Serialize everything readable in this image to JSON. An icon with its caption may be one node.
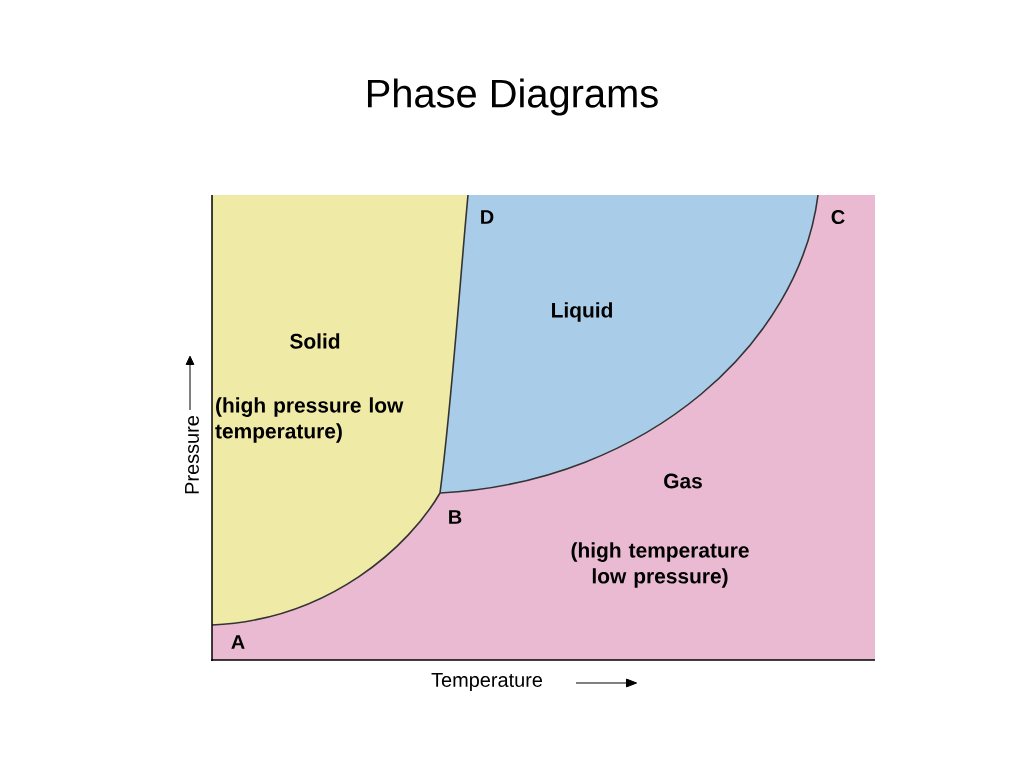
{
  "diagram": {
    "title": "Phase Diagrams",
    "nodes": [
      {
        "text": [
          "Solid",
          "(high pressure low temperature)"
        ]
      },
      {
        "text": [
          "Liquid"
        ]
      },
      {
        "text": [
          "Gas",
          "(high temperature low pressure)"
        ]
      }
    ],
    "labels": [
      "D",
      "C",
      "B",
      "A",
      "Pressure",
      "Temperature"
    ]
  }
}
